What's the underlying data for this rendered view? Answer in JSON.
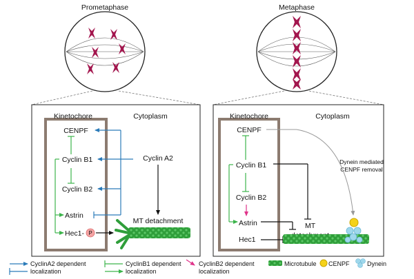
{
  "panels": {
    "prometaphase": {
      "title": "Prometaphase",
      "kinetochore": "Kinetochore",
      "cytoplasm": "Cytoplasm",
      "cenpf": "CENPF",
      "cyclin_b1": "Cyclin B1",
      "cyclin_b2": "Cyclin B2",
      "astrin": "Astrin",
      "hec1": "Hec1-",
      "phospho": "P",
      "cyclin_a2": "Cyclin A2",
      "mt_detachment": "MT detachment"
    },
    "metaphase": {
      "title": "Metaphase",
      "kinetochore": "Kinetochore",
      "cytoplasm": "Cytoplasm",
      "cenpf": "CENPF",
      "cyclin_b1": "Cyclin B1",
      "cyclin_b2": "Cyclin B2",
      "astrin": "Astrin",
      "hec1": "Hec1",
      "mt": "MT",
      "detachment": "detachment",
      "dynein_note_1": "Dynein mediated",
      "dynein_note_2": "CENPF removal"
    }
  },
  "legend": {
    "a2_line1": "CyclinA2 dependent",
    "a2_line2": "localization",
    "b1_line1": "CyclinB1 dependent",
    "b1_line2": "localization",
    "b2_line1": "CyclinB2 dependent",
    "b2_line2": "localization",
    "microtubule": "Microtubule",
    "cenpf": "CENPF",
    "dynein": "Dynein"
  },
  "colors": {
    "cyclin_a2_blue": "#2b7bb9",
    "cyclin_b1_green": "#3cb44b",
    "cyclin_b2_magenta": "#e0338a",
    "kinetochore_box": "#8c7b70",
    "chromosome": "#a3164e",
    "microtubule_green": "#2f9e3a",
    "cenpf_yellow": "#f5d21a",
    "dynein_cyan": "#9fd8ec",
    "phospho_pink": "#f4a3a3"
  }
}
